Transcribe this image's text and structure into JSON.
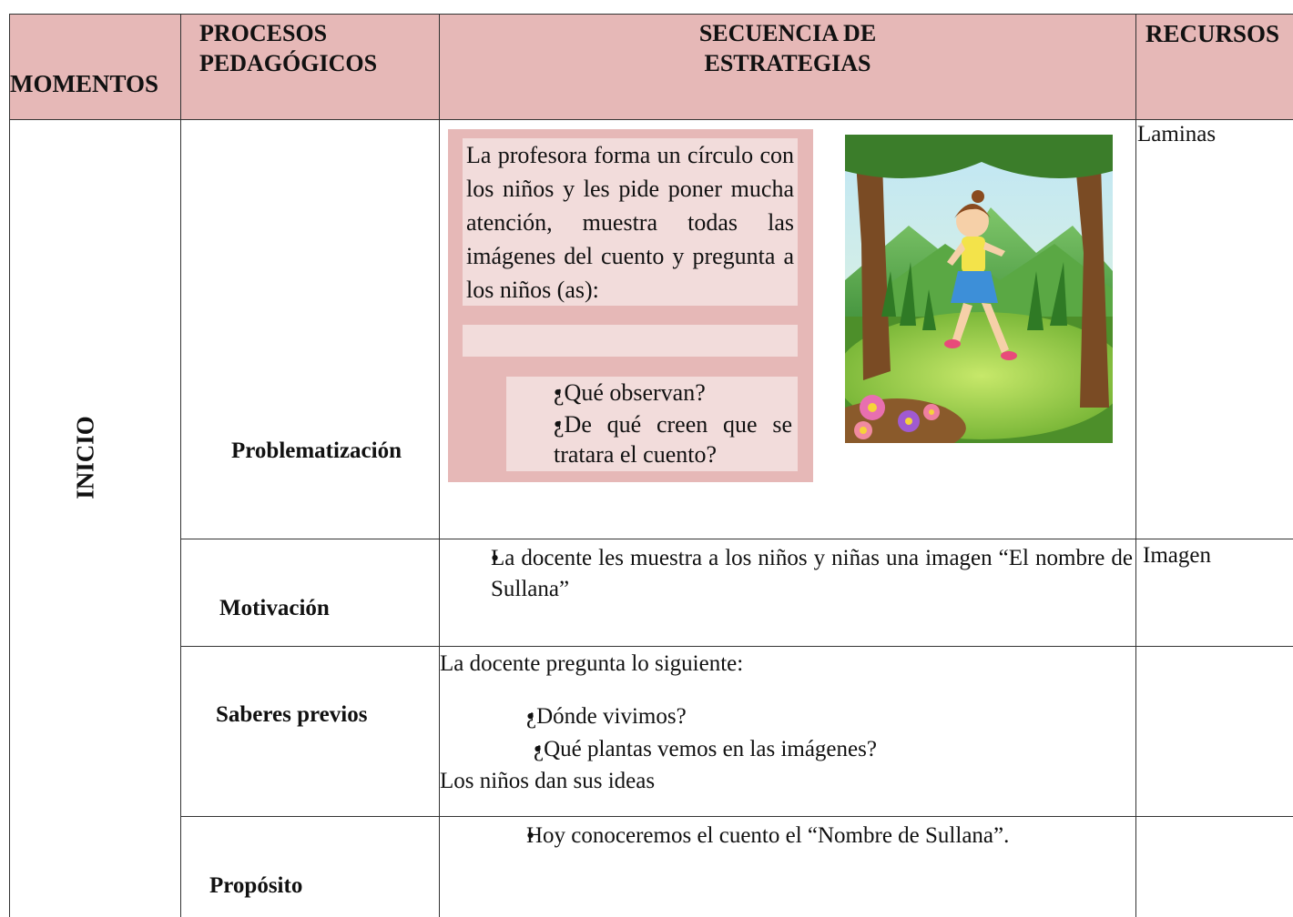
{
  "headers": {
    "momentos": "MOMENTOS",
    "procesos_line1": "PROCESOS",
    "procesos_line2": "PEDAGÓGICOS",
    "secuencia_line1": "SECUENCIA DE",
    "secuencia_line2": "ESTRATEGIAS",
    "recursos": "RECURSOS"
  },
  "moment": "INICIO",
  "rows": {
    "problematizacion": {
      "process": "Problematización",
      "intro": "La profesora forma un círculo con los niños y les pide poner mucha atención, muestra todas las imágenes del cuento y pregunta a los niños (as):",
      "questions": [
        "¿Qué observan?",
        "¿De qué creen que se tratara el cuento?"
      ],
      "resource": "Laminas"
    },
    "motivacion": {
      "process": "Motivación",
      "bullet": "La docente les muestra a los niños y niñas una imagen “El nombre de Sullana”",
      "resource": "Imagen"
    },
    "saberes": {
      "process": "Saberes previos",
      "intro": "La docente pregunta lo siguiente:",
      "questions": [
        "¿Dónde vivimos?",
        "¿Qué plantas vemos en las imágenes?"
      ],
      "outro": "Los niños dan sus ideas"
    },
    "proposito": {
      "process": "Propósito",
      "bullet": "Hoy conoceremos el cuento el “Nombre de Sullana”."
    }
  },
  "colors": {
    "header_bg": "#e6b8b7",
    "box_outer": "#e6b8b7",
    "box_inner": "#f2dcdb"
  },
  "image_description": "cartoon-girl-running-in-forest"
}
